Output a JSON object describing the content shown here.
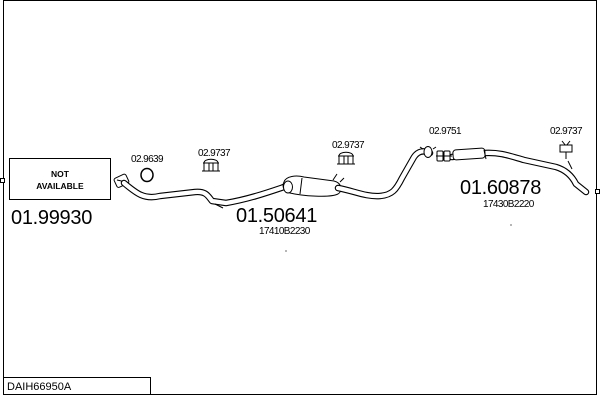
{
  "diagram": {
    "reference_code": "DAIH66950A",
    "not_available": {
      "line1": "NOT",
      "line2": "AVAILABLE"
    },
    "parts": [
      {
        "code": "01.99930"
      },
      {
        "code": "01.50641",
        "oem": "17410B2230"
      },
      {
        "code": "01.60878",
        "oem": "17430B2220"
      }
    ],
    "accessories": [
      {
        "code": "02.9639"
      },
      {
        "code": "02.9737"
      },
      {
        "code": "02.9737"
      },
      {
        "code": "02.9751"
      },
      {
        "code": "02.9737"
      }
    ]
  }
}
